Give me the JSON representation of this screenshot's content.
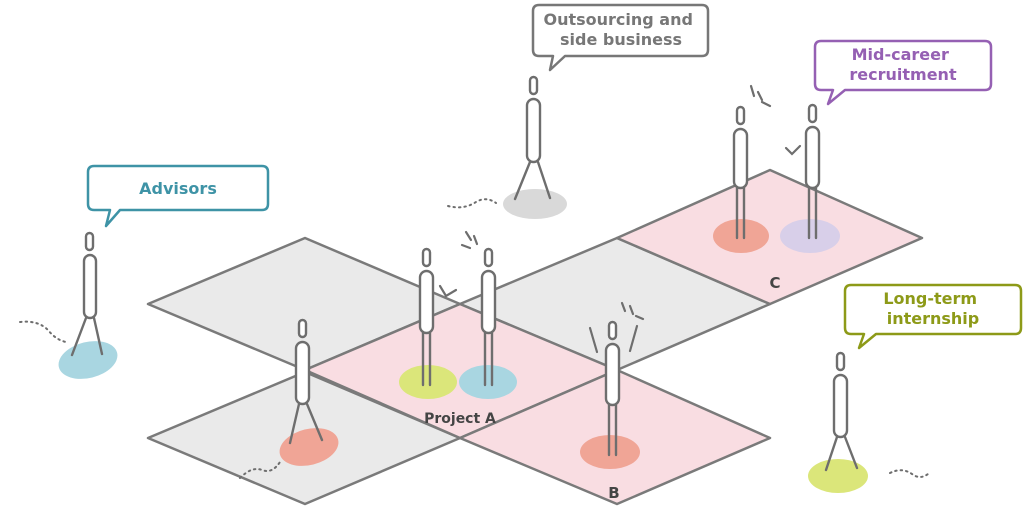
{
  "colors": {
    "tile_gray": "#eaeaea",
    "tile_pink": "#f9dde2",
    "stroke": "#7a7a7a",
    "advisors": "#3e93a6",
    "outsourcing": "#777777",
    "midcareer": "#9560b3",
    "internship": "#8d9a18",
    "shadow_orange": "#f0a596",
    "shadow_blue": "#a9d6e1",
    "shadow_yellow": "#dbe67a",
    "shadow_purple": "#d8cfe9",
    "shadow_gray": "#d9d9d9"
  },
  "tiles": {
    "project_a": "Project A",
    "b": "B",
    "c": "C"
  },
  "bubbles": {
    "advisors": [
      "Advisors"
    ],
    "outsourcing": [
      "Outsourcing and",
      "side business"
    ],
    "midcareer": [
      "Mid-career",
      "recruitment"
    ],
    "internship": [
      "Long-term",
      "internship"
    ]
  }
}
